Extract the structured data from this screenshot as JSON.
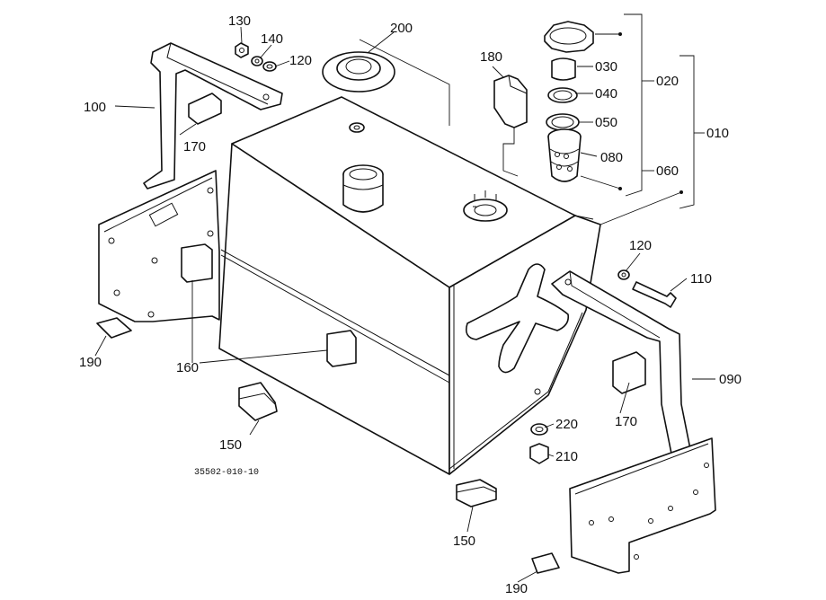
{
  "diagram": {
    "drawing_code": "35502-010-10",
    "callouts": {
      "c010": "010",
      "c020": "020",
      "c030": "030",
      "c040": "040",
      "c050": "050",
      "c060": "060",
      "c080": "080",
      "c090": "090",
      "c100": "100",
      "c110": "110",
      "c120a": "120",
      "c120b": "120",
      "c130": "130",
      "c140": "140",
      "c150a": "150",
      "c150b": "150",
      "c160": "160",
      "c170a": "170",
      "c170b": "170",
      "c180": "180",
      "c190a": "190",
      "c190b": "190",
      "c200": "200",
      "c210": "210",
      "c220": "220"
    }
  }
}
